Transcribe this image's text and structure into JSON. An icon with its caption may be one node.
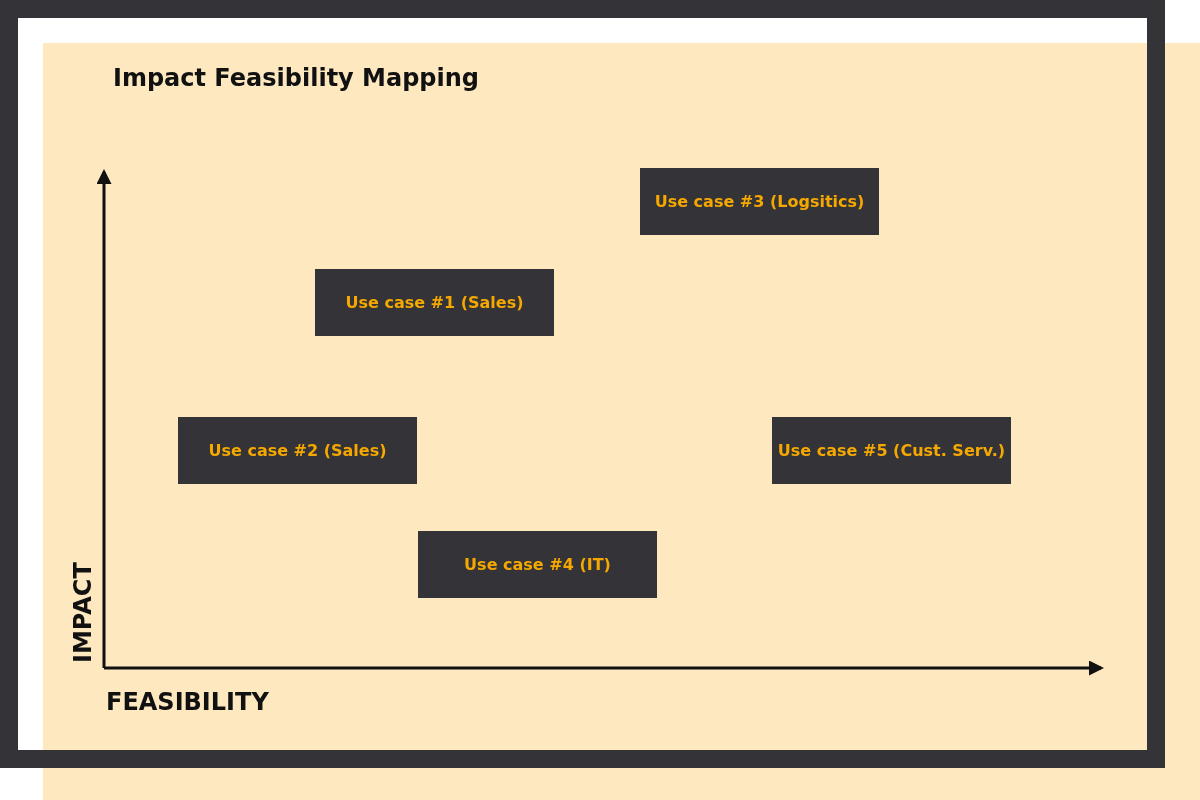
{
  "diagram": {
    "title": "Impact Feasibility Mapping",
    "nodes": [
      {
        "text": [
          "Use case #3 (Logsitics)"
        ]
      },
      {
        "text": [
          "Use case #1 (Sales)"
        ]
      },
      {
        "text": [
          "Use case #2 (Sales)"
        ]
      },
      {
        "text": [
          "Use case #5 (Cust. Serv.)"
        ]
      },
      {
        "text": [
          "Use case #4 (IT)"
        ]
      }
    ],
    "edges": [],
    "labels": [
      "IMPACT",
      "FEASIBILITY"
    ]
  }
}
